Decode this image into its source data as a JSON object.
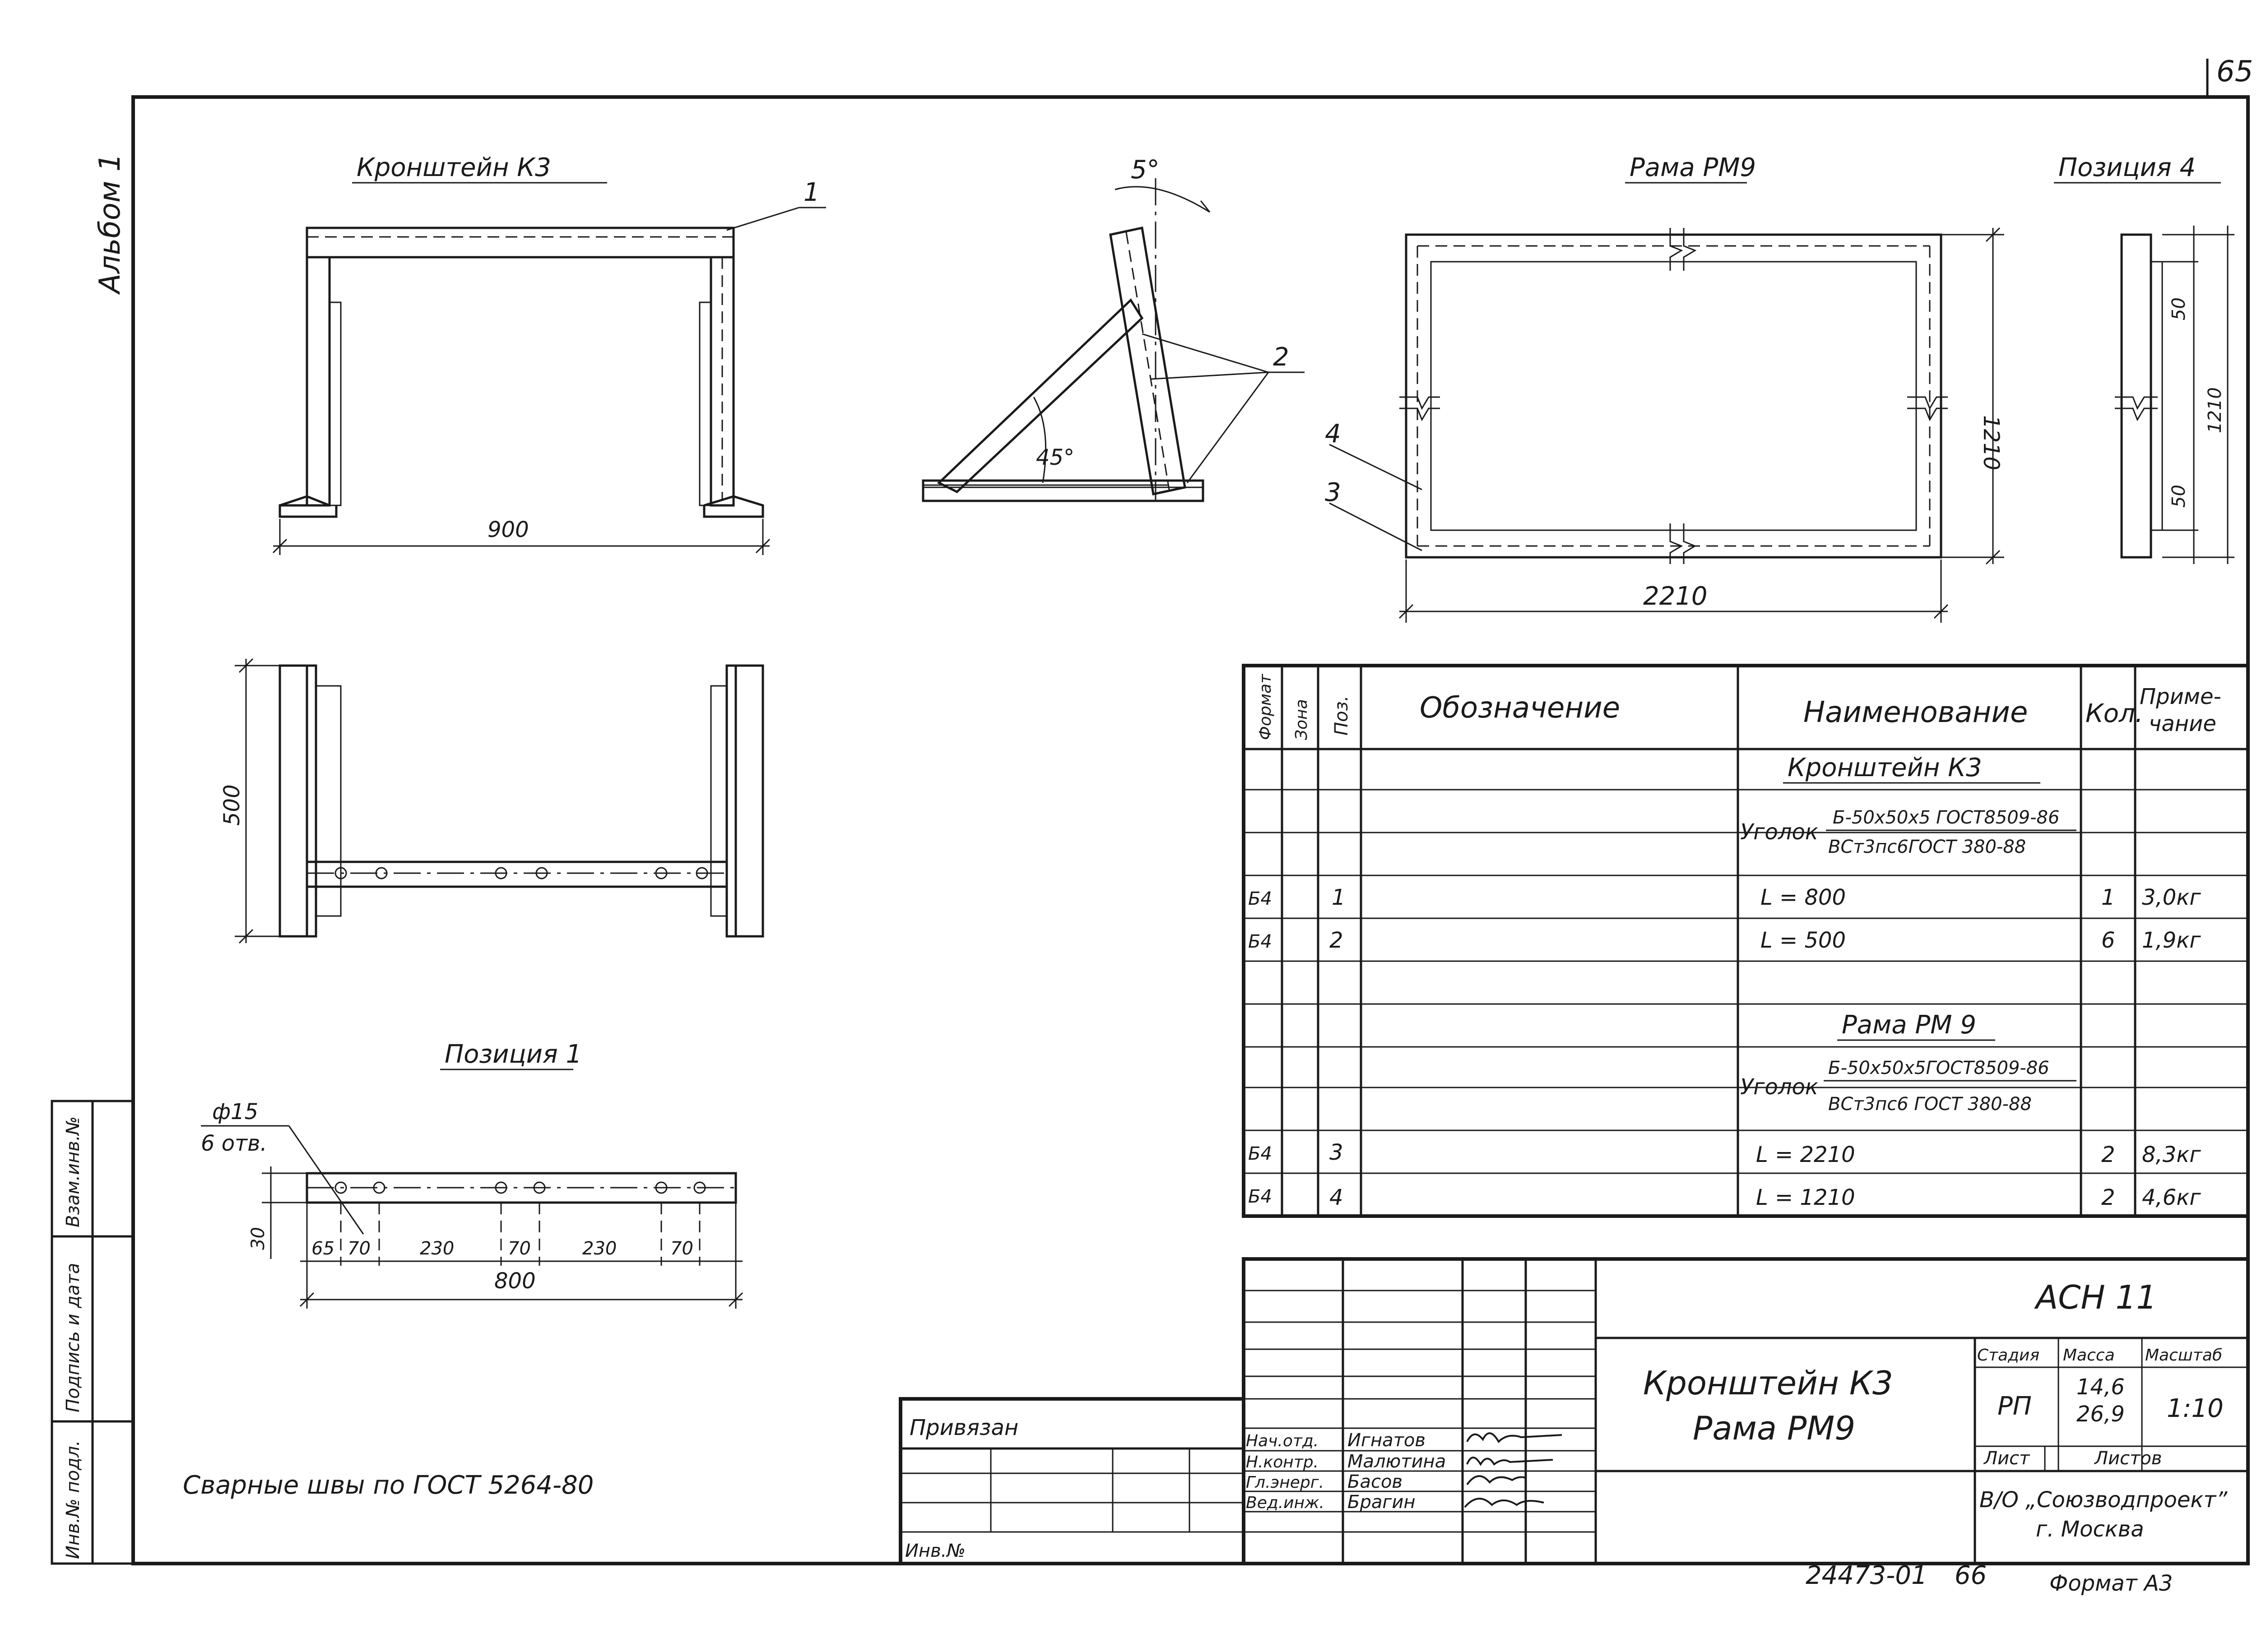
{
  "sheet_number": "65",
  "side_album": "Альбом 1",
  "stamp_left": {
    "cell1": "Взам.инв.№",
    "cell2": "Подпись и дата",
    "cell3": "Инв.№ подл."
  },
  "views": {
    "bracket_title": "Кронштейн К3",
    "bracket_width": "900",
    "bracket_callout": "1",
    "angle_top": "5°",
    "angle_bottom": "45°",
    "angle_callout": "2",
    "frame_title": "Рама РМ9",
    "frame_width": "2210",
    "frame_height": "1210",
    "frame_callout_4": "4",
    "frame_callout_3": "3",
    "pos4_title": "Позиция 4",
    "pos4_dim_top": "50",
    "pos4_dim_total": "1210",
    "pos4_dim_bottom": "50",
    "plan_depth": "500",
    "pos1_title": "Позиция 1",
    "pos1_hole": "ф15",
    "pos1_holes_count": "6 отв.",
    "pos1_height": "30",
    "pos1_dims": [
      "65",
      "70",
      "230",
      "70",
      "230",
      "70"
    ],
    "pos1_length": "800",
    "weld_note": "Сварные швы по ГОСТ 5264-80"
  },
  "spec_table": {
    "headers": {
      "format": "Формат",
      "zone": "Зона",
      "pos": "Поз.",
      "designation": "Обозначение",
      "name": "Наименование",
      "qty": "Кол.",
      "note_1": "Приме-",
      "note_2": "чание"
    },
    "section1_title": "Кронштейн К3",
    "section1_material_label": "Уголок",
    "section1_material_top": "Б-50х50х5 ГОСТ8509-86",
    "section1_material_bottom": "ВСт3пс6ГОСТ 380-88",
    "rows1": [
      {
        "format": "Б4",
        "pos": "1",
        "name": "L = 800",
        "qty": "1",
        "note": "3,0кг"
      },
      {
        "format": "Б4",
        "pos": "2",
        "name": "L = 500",
        "qty": "6",
        "note": "1,9кг"
      }
    ],
    "section2_title": "Рама РМ 9",
    "section2_material_label": "Уголок",
    "section2_material_top": "Б-50х50х5ГОСТ8509-86",
    "section2_material_bottom": "ВСт3пс6 ГОСТ 380-88",
    "rows2": [
      {
        "format": "Б4",
        "pos": "3",
        "name": "L = 2210",
        "qty": "2",
        "note": "8,3кг"
      },
      {
        "format": "Б4",
        "pos": "4",
        "name": "L = 1210",
        "qty": "2",
        "note": "4,6кг"
      }
    ]
  },
  "title_block": {
    "code": "АСН 11",
    "name_line1": "Кронштейн К3",
    "name_line2": "Рама РМ9",
    "stage_label": "Стадия",
    "mass_label": "Масса",
    "scale_label": "Масштаб",
    "stage": "РП",
    "mass_1": "14,6",
    "mass_2": "26,9",
    "scale": "1:10",
    "sheet_label": "Лист",
    "sheets_label": "Листов",
    "org_line1": "В/О „Союзводпроект”",
    "org_line2": "г. Москва",
    "staff": [
      {
        "role": "Нач.отд.",
        "name": "Игнатов"
      },
      {
        "role": "Н.контр.",
        "name": "Малютина"
      },
      {
        "role": "Гл.энерг.",
        "name": "Басов"
      },
      {
        "role": "Вед.инж.",
        "name": "Брагин"
      }
    ],
    "bound_label": "Привязан",
    "inv_label": "Инв.№"
  },
  "footer": {
    "doc_number": "24473-01",
    "page": "66",
    "format": "Формат А3"
  }
}
